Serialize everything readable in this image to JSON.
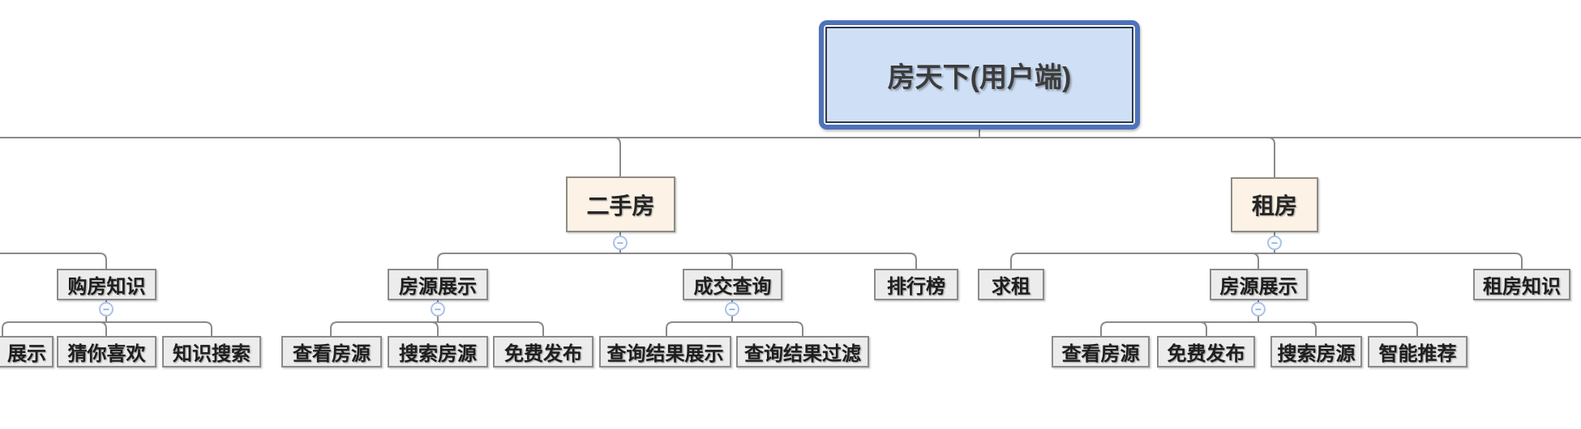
{
  "mindmap": {
    "root": {
      "label": "房天下(用户端)"
    },
    "left_partial": {
      "label": "购房知识",
      "children": [
        {
          "label": "展示"
        },
        {
          "label": "猜你喜欢"
        },
        {
          "label": "知识搜索"
        }
      ]
    },
    "branches": [
      {
        "label": "二手房",
        "children": [
          {
            "label": "房源展示",
            "children": [
              {
                "label": "查看房源"
              },
              {
                "label": "搜索房源"
              },
              {
                "label": "免费发布"
              }
            ]
          },
          {
            "label": "成交查询",
            "children": [
              {
                "label": "查询结果展示"
              },
              {
                "label": "查询结果过滤"
              }
            ]
          },
          {
            "label": "排行榜"
          }
        ]
      },
      {
        "label": "租房",
        "children": [
          {
            "label": "求租"
          },
          {
            "label": "房源展示",
            "children": [
              {
                "label": "查看房源"
              },
              {
                "label": "免费发布"
              },
              {
                "label": "搜索房源"
              },
              {
                "label": "智能推荐"
              }
            ]
          },
          {
            "label": "租房知识"
          }
        ]
      }
    ]
  },
  "icons": {
    "collapse": "−"
  },
  "colors": {
    "line": "#8a8a8a",
    "text": "#1e1e1e",
    "node_fill": "#ececec",
    "node_border": "#8b8b8b",
    "branch_fill": "#fcf2e6",
    "branch_border": "#8f8b83",
    "root_fill": "#cfe0f6",
    "root_border": "#4d73ba",
    "root_inner_border": "#333a47",
    "collapse_border": "#adc2e6",
    "collapse_glyph": "#8ca6d4"
  }
}
